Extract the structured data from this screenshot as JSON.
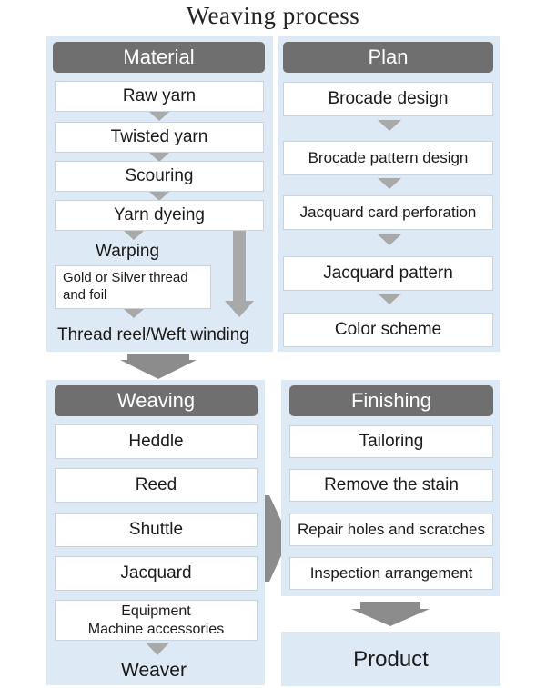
{
  "title": "Weaving process",
  "material": {
    "header": "Material",
    "steps": [
      "Raw yarn",
      "Twisted yarn",
      "Scouring",
      "Yarn dyeing"
    ],
    "warping": "Warping",
    "gold_silver": "Gold or Silver thread and foil",
    "thread_reel": "Thread reel/Weft winding"
  },
  "plan": {
    "header": "Plan",
    "steps": [
      "Brocade design",
      "Brocade pattern design",
      "Jacquard card perforation",
      "Jacquard pattern",
      "Color scheme"
    ]
  },
  "weaving": {
    "header": "Weaving",
    "items": [
      "Heddle",
      "Reed",
      "Shuttle",
      "Jacquard"
    ],
    "equipment_line1": "Equipment",
    "equipment_line2": "Machine accessories",
    "weaver": "Weaver"
  },
  "finishing": {
    "header": "Finishing",
    "steps": [
      "Tailoring",
      "Remove the stain",
      "Repair holes and scratches",
      "Inspection arrangement"
    ]
  },
  "product": "Product",
  "colors": {
    "panel": "#dde9f4",
    "header": "#6f6f6f",
    "arrow": "#a9a9a9",
    "big_arrow": "#8c8c8c"
  }
}
